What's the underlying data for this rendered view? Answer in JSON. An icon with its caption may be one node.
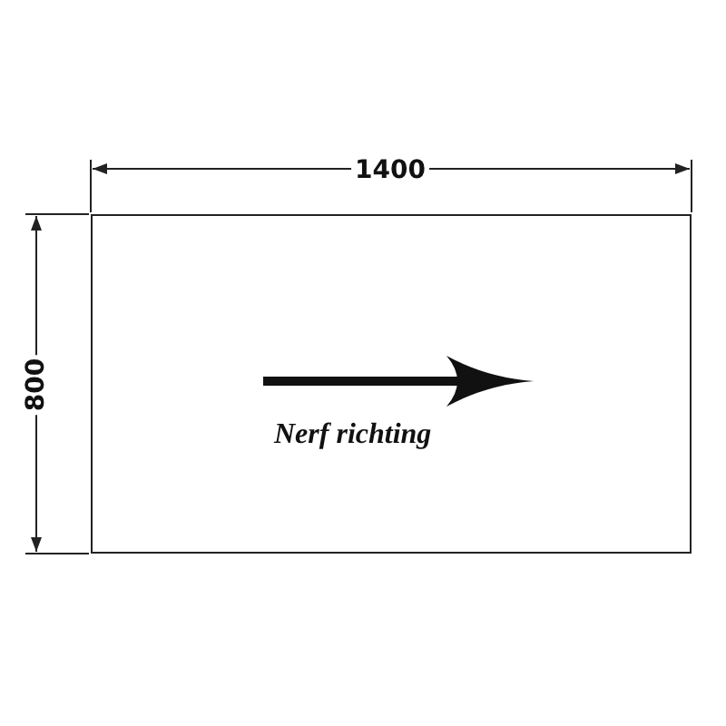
{
  "diagram": {
    "nodes": [
      {
        "text": [
          "Nerf richting"
        ]
      }
    ],
    "labels": [
      "1400",
      "800"
    ]
  }
}
